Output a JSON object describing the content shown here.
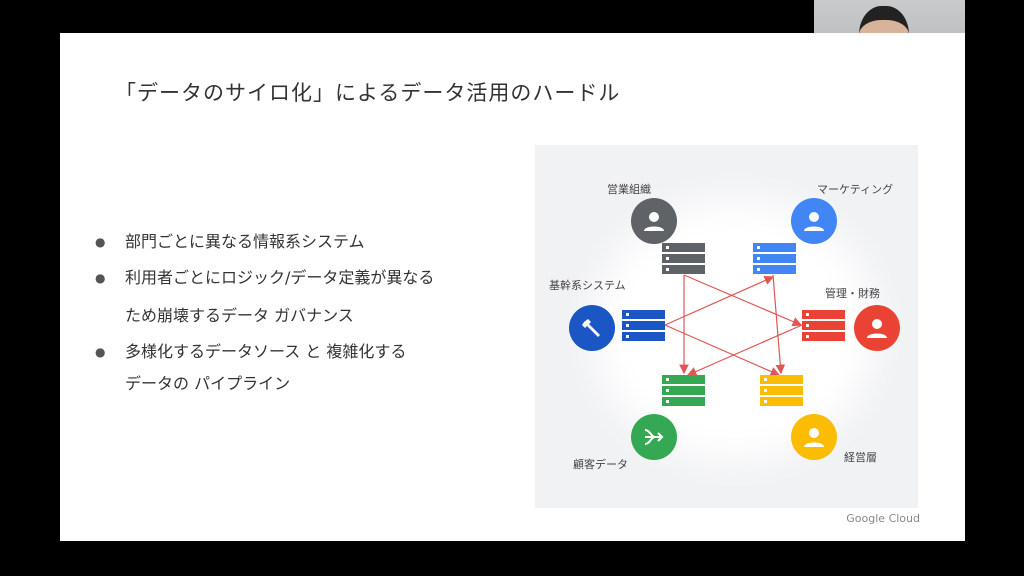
{
  "slide": {
    "title": "「データのサイロ化」によるデータ活用のハードル",
    "bullets": [
      {
        "lines": [
          "部門ごとに異なる情報系システム"
        ]
      },
      {
        "lines": [
          "利用者ごとにロジック/データ定義が異なる",
          "ため崩壊するデータ ガバナンス"
        ]
      },
      {
        "lines": [
          "多様化するデータソース と 複雑化する",
          "データの パイプライン"
        ]
      }
    ],
    "footer_logo": "Google Cloud"
  },
  "diagram": {
    "nodes": [
      {
        "label": "営業組織",
        "icon": "person-icon",
        "color": "#5f6368"
      },
      {
        "label": "マーケティング",
        "icon": "person-icon",
        "color": "#4285f4"
      },
      {
        "label": "基幹系システム",
        "icon": "wrench-icon",
        "color": "#1a56c4"
      },
      {
        "label": "管理・財務",
        "icon": "person-icon",
        "color": "#ea4335"
      },
      {
        "label": "顧客データ",
        "icon": "merge-arrow-icon",
        "color": "#34a853"
      },
      {
        "label": "経営層",
        "icon": "person-icon",
        "color": "#fbbc04"
      }
    ],
    "arrow_color": "#e05555"
  },
  "video": {
    "participant": "speaker-webcam"
  }
}
